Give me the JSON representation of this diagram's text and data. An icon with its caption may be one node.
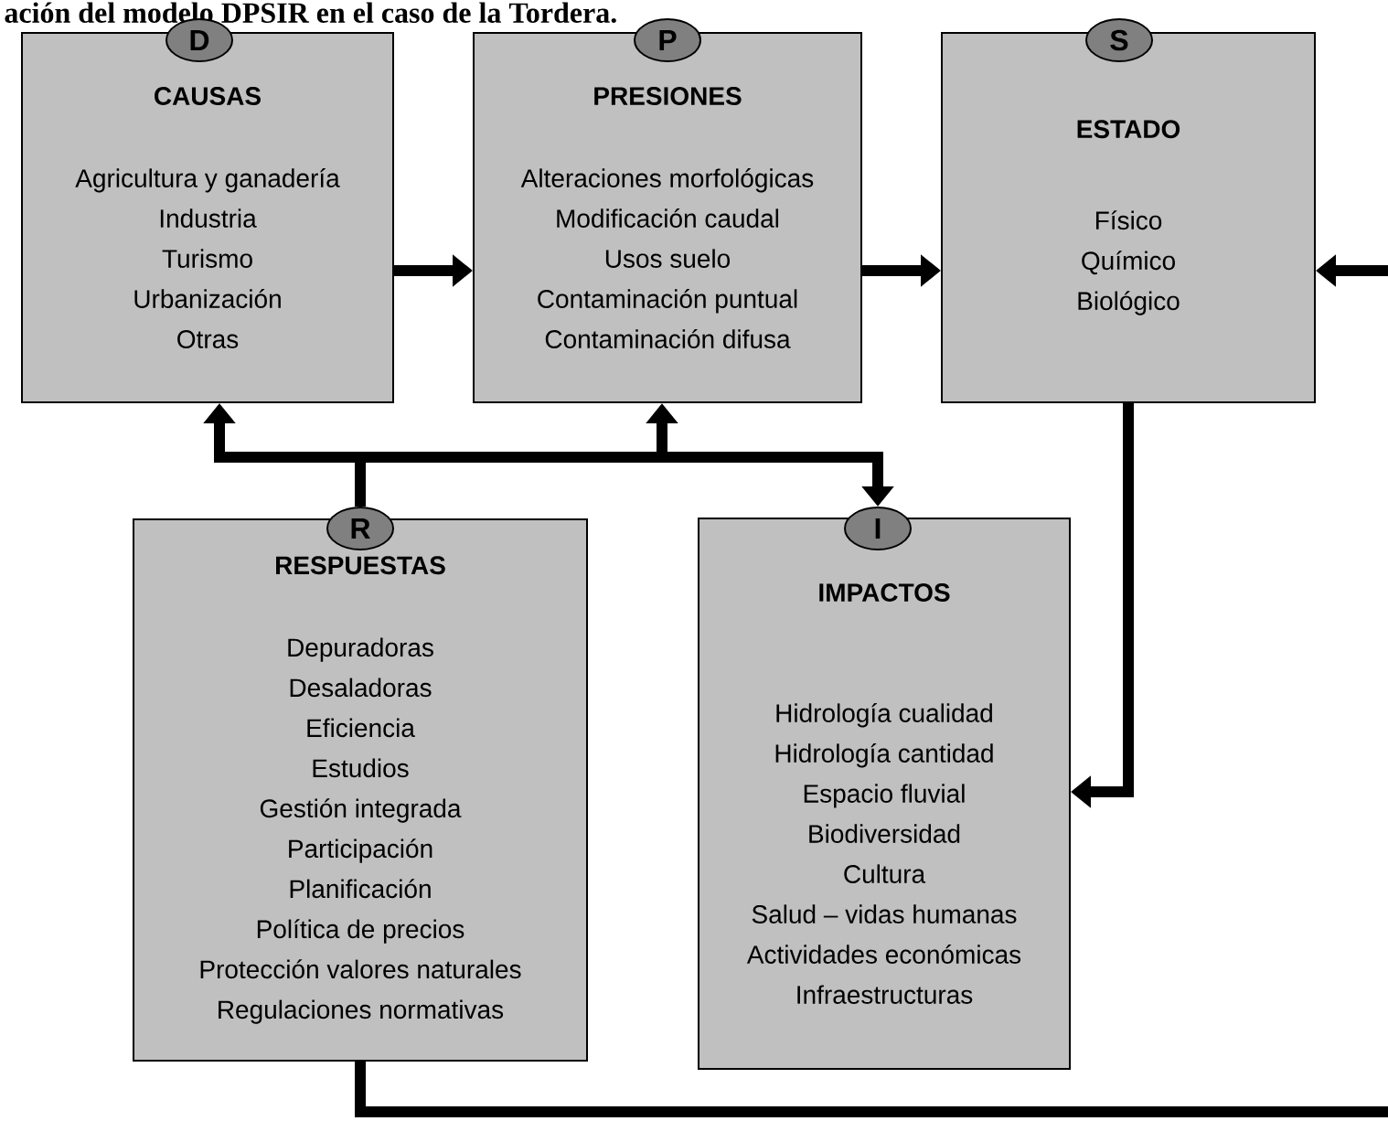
{
  "diagram": {
    "title": "ación del modelo DPSIR en el caso de la Tordera.",
    "nodes": [
      {
        "text": [
          "D"
        ]
      },
      {
        "text": [
          "CAUSAS",
          "Agricultura y ganadería",
          "Industria",
          "Turismo",
          "Urbanización",
          "Otras"
        ]
      },
      {
        "text": [
          "P"
        ]
      },
      {
        "text": [
          "PRESIONES",
          "Alteraciones morfológicas",
          "Modificación caudal",
          "Usos suelo",
          "Contaminación puntual",
          "Contaminación difusa"
        ]
      },
      {
        "text": [
          "S"
        ]
      },
      {
        "text": [
          "ESTADO",
          "Físico",
          "Químico",
          "Biológico"
        ]
      },
      {
        "text": [
          "R"
        ]
      },
      {
        "text": [
          "RESPUESTAS",
          "Depuradoras",
          "Desaladoras",
          "Eficiencia",
          "Estudios",
          "Gestión integrada",
          "Participación",
          "Planificación",
          "Política de precios",
          "Protección valores naturales",
          "Regulaciones normativas"
        ]
      },
      {
        "text": [
          "I"
        ]
      },
      {
        "text": [
          "IMPACTOS",
          "Hidrología cualidad",
          "Hidrología cantidad",
          "Espacio fluvial",
          "Biodiversidad",
          "Cultura",
          "Salud – vidas humanas",
          "Actividades económicas",
          "Infraestructuras"
        ]
      }
    ],
    "edges": [
      {
        "from": 1,
        "to": 3,
        "arrow": "to"
      },
      {
        "from": 3,
        "to": 5,
        "arrow": "to"
      },
      {
        "from": null,
        "to": 5,
        "arrow": "to"
      },
      {
        "from": 5,
        "to": 9,
        "arrow": "to"
      },
      {
        "from": 6,
        "to": 1,
        "arrow": "to"
      },
      {
        "from": 6,
        "to": 3,
        "arrow": "to"
      },
      {
        "from": 6,
        "to": 8,
        "arrow": "to"
      },
      {
        "from": 7,
        "to": null,
        "arrow": "none"
      }
    ]
  }
}
